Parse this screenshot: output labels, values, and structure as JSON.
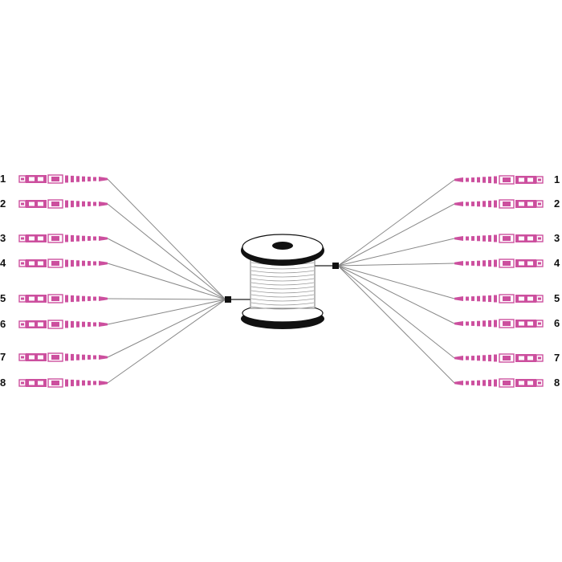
{
  "diagram": {
    "left_labels": [
      "1",
      "2",
      "3",
      "4",
      "5",
      "6",
      "7",
      "8"
    ],
    "right_labels": [
      "1",
      "2",
      "3",
      "4",
      "5",
      "6",
      "7",
      "8"
    ],
    "colors": {
      "connector": "#cc4f9e",
      "fiber": "#888888",
      "spool_dark": "#111111",
      "spool_light": "#ffffff",
      "sleeve": "#111111"
    }
  }
}
